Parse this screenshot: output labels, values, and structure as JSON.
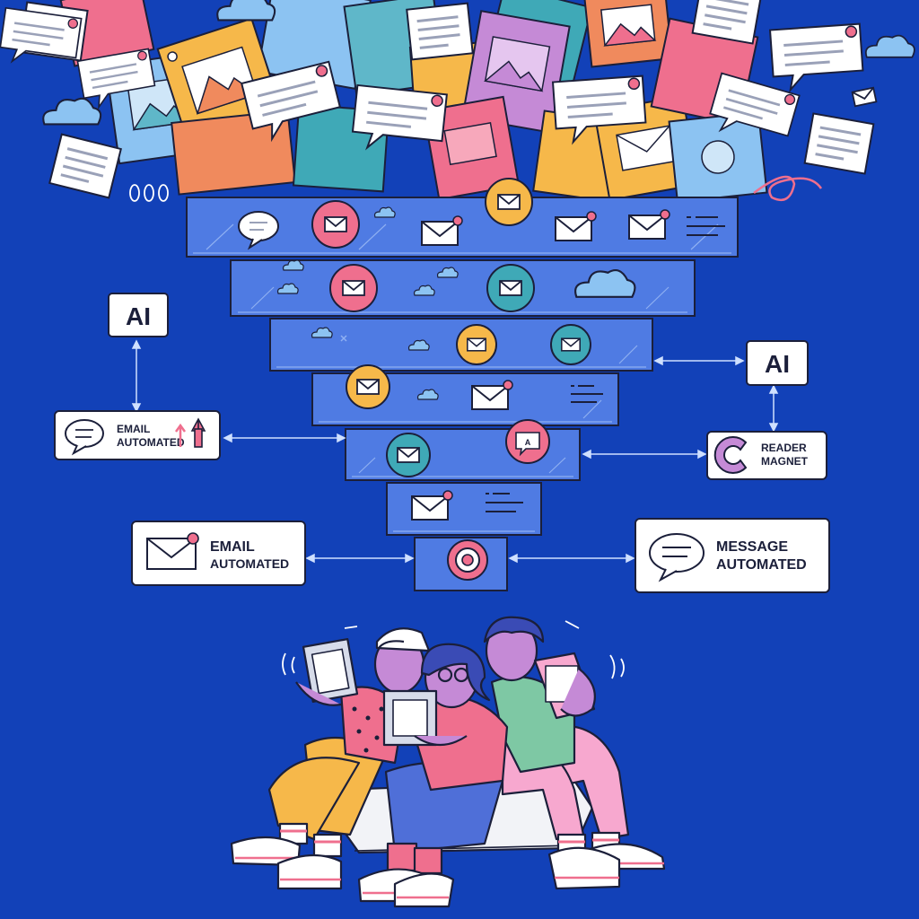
{
  "colors": {
    "background": "#1241b8",
    "funnel_tier": "#4f7be3",
    "pink": "#ef6f8e",
    "teal": "#3fa9b7",
    "yellow": "#f6b84a",
    "label_box": "#ffffff",
    "outline": "#1b1f3a"
  },
  "labels": {
    "ai_left": "AI",
    "ai_right": "AI",
    "email_automated_small_line1": "EMAIL",
    "email_automated_small_line2": "AUTOMATED",
    "reader_magnet_line1": "READER",
    "reader_magnet_line2": "MAGNET",
    "email_automated_line1": "EMAIL",
    "email_automated_line2": "AUTOMATED",
    "message_automated_line1": "MESSAGE",
    "message_automated_line2": "AUTOMATED",
    "bubble_letter": "A"
  },
  "icons": {
    "pile": [
      "document-icon",
      "book-icon",
      "chat-bubble-icon"
    ],
    "funnel": [
      "email-icon",
      "chat-bubble-icon",
      "cloud-icon",
      "text-lines-icon",
      "target-icon"
    ],
    "boxes": [
      "chat-bubble-icon",
      "arrows-up-down-icon",
      "magnet-icon",
      "email-icon",
      "chat-bubble-icon"
    ]
  }
}
